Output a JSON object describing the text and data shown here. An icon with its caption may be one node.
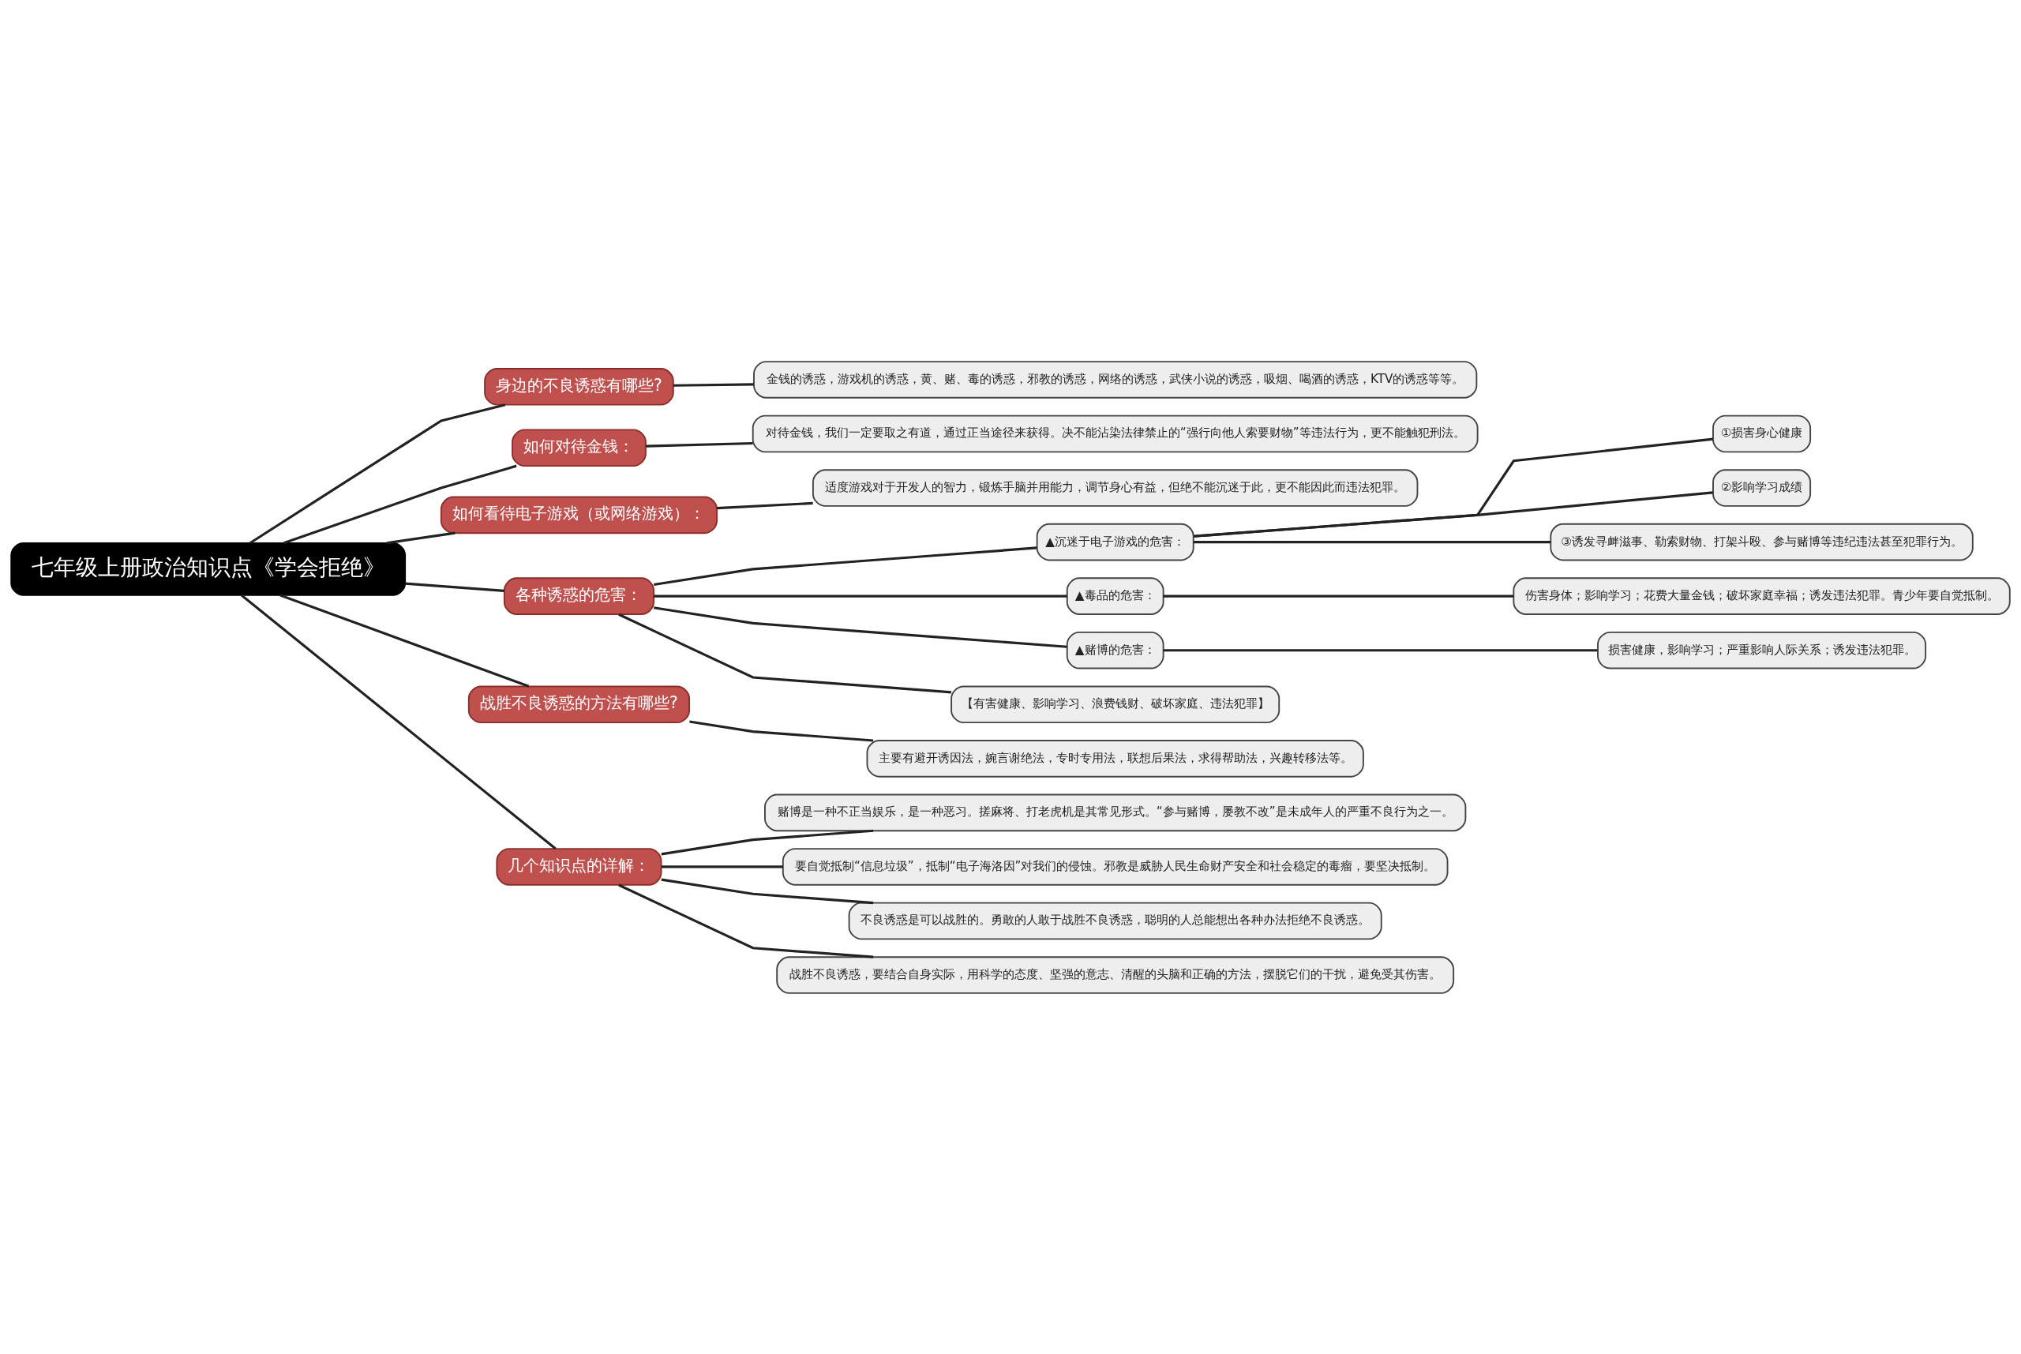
{
  "diagram": {
    "nodes": [
      {
        "text": [
          "七年级上册政治知识点《学会拒绝》"
        ]
      },
      {
        "text": [
          "身边的不良诱惑有哪些?"
        ]
      },
      {
        "text": [
          "金钱的诱惑，游戏机的诱惑，黄、赌、毒的诱惑，邪教的诱惑，网络的诱惑，武侠小说的诱惑，吸烟、喝酒的诱惑，KTV的诱惑等等。"
        ]
      },
      {
        "text": [
          "如何对待金钱："
        ]
      },
      {
        "text": [
          "对待金钱，我们一定要取之有道，通过正当途径来获得。决不能沾染法律禁止的“强行向他人索要财物”等违法行为，更不能触犯刑法。"
        ]
      },
      {
        "text": [
          "如何看待电子游戏（或网络游戏）："
        ]
      },
      {
        "text": [
          "适度游戏对于开发人的智力，锻炼手脑并用能力，调节身心有益，但绝不能沉迷于此，更不能因此而违法犯罪。"
        ]
      },
      {
        "text": [
          "各种诱惑的危害："
        ]
      },
      {
        "text": [
          "▲沉迷于电子游戏的危害："
        ]
      },
      {
        "text": [
          "①损害身心健康"
        ]
      },
      {
        "text": [
          "②影响学习成绩"
        ]
      },
      {
        "text": [
          "③诱发寻衅滋事、勒索财物、打架斗殴、参与赌博等违纪违法甚至犯罪行为。"
        ]
      },
      {
        "text": [
          "▲毒品的危害："
        ]
      },
      {
        "text": [
          "伤害身体；影响学习；花费大量金钱；破坏家庭幸福；诱发违法犯罪。青少年要自觉抵制。"
        ]
      },
      {
        "text": [
          "▲赌博的危害："
        ]
      },
      {
        "text": [
          "损害健康，影响学习；严重影响人际关系；诱发违法犯罪。"
        ]
      },
      {
        "text": [
          "【有害健康、影响学习、浪费钱财、破坏家庭、违法犯罪】"
        ]
      },
      {
        "text": [
          "战胜不良诱惑的方法有哪些?"
        ]
      },
      {
        "text": [
          "主要有避开诱因法，婉言谢绝法，专时专用法，联想后果法，求得帮助法，兴趣转移法等。"
        ]
      },
      {
        "text": [
          "几个知识点的详解："
        ]
      },
      {
        "text": [
          "赌博是一种不正当娱乐，是一种恶习。搓麻将、打老虎机是其常见形式。“参与赌博，屡教不改”是未成年人的严重不良行为之一。"
        ]
      },
      {
        "text": [
          "要自觉抵制“信息垃圾”，抵制“电子海洛因”对我们的侵蚀。邪教是威胁人民生命财产安全和社会稳定的毒瘤，要坚决抵制。"
        ]
      },
      {
        "text": [
          "不良诱惑是可以战胜的。勇敢的人敢于战胜不良诱惑，聪明的人总能想出各种办法拒绝不良诱惑。"
        ]
      },
      {
        "text": [
          "战胜不良诱惑，要结合自身实际，用科学的态度、坚强的意志、清醒的头脑和正确的方法，摆脱它们的干扰，避免受其伤害。"
        ]
      }
    ],
    "edges": [
      {
        "from": 0,
        "to": 1,
        "arrow": "none"
      },
      {
        "from": 0,
        "to": 3,
        "arrow": "none"
      },
      {
        "from": 0,
        "to": 5,
        "arrow": "none"
      },
      {
        "from": 0,
        "to": 7,
        "arrow": "none"
      },
      {
        "from": 0,
        "to": 17,
        "arrow": "none"
      },
      {
        "from": 0,
        "to": 19,
        "arrow": "none"
      },
      {
        "from": 1,
        "to": 2,
        "arrow": "none"
      },
      {
        "from": 3,
        "to": 4,
        "arrow": "none"
      },
      {
        "from": 5,
        "to": 6,
        "arrow": "none"
      },
      {
        "from": 7,
        "to": 8,
        "arrow": "none"
      },
      {
        "from": 7,
        "to": 12,
        "arrow": "none"
      },
      {
        "from": 7,
        "to": 14,
        "arrow": "none"
      },
      {
        "from": 7,
        "to": 16,
        "arrow": "none"
      },
      {
        "from": 8,
        "to": 9,
        "arrow": "none"
      },
      {
        "from": 8,
        "to": 10,
        "arrow": "none"
      },
      {
        "from": 8,
        "to": 11,
        "arrow": "none"
      },
      {
        "from": 12,
        "to": 13,
        "arrow": "none"
      },
      {
        "from": 14,
        "to": 15,
        "arrow": "none"
      },
      {
        "from": 17,
        "to": 18,
        "arrow": "none"
      },
      {
        "from": 19,
        "to": 20,
        "arrow": "none"
      },
      {
        "from": 19,
        "to": 21,
        "arrow": "none"
      },
      {
        "from": 19,
        "to": 22,
        "arrow": "none"
      },
      {
        "from": 19,
        "to": 23,
        "arrow": "none"
      }
    ]
  }
}
